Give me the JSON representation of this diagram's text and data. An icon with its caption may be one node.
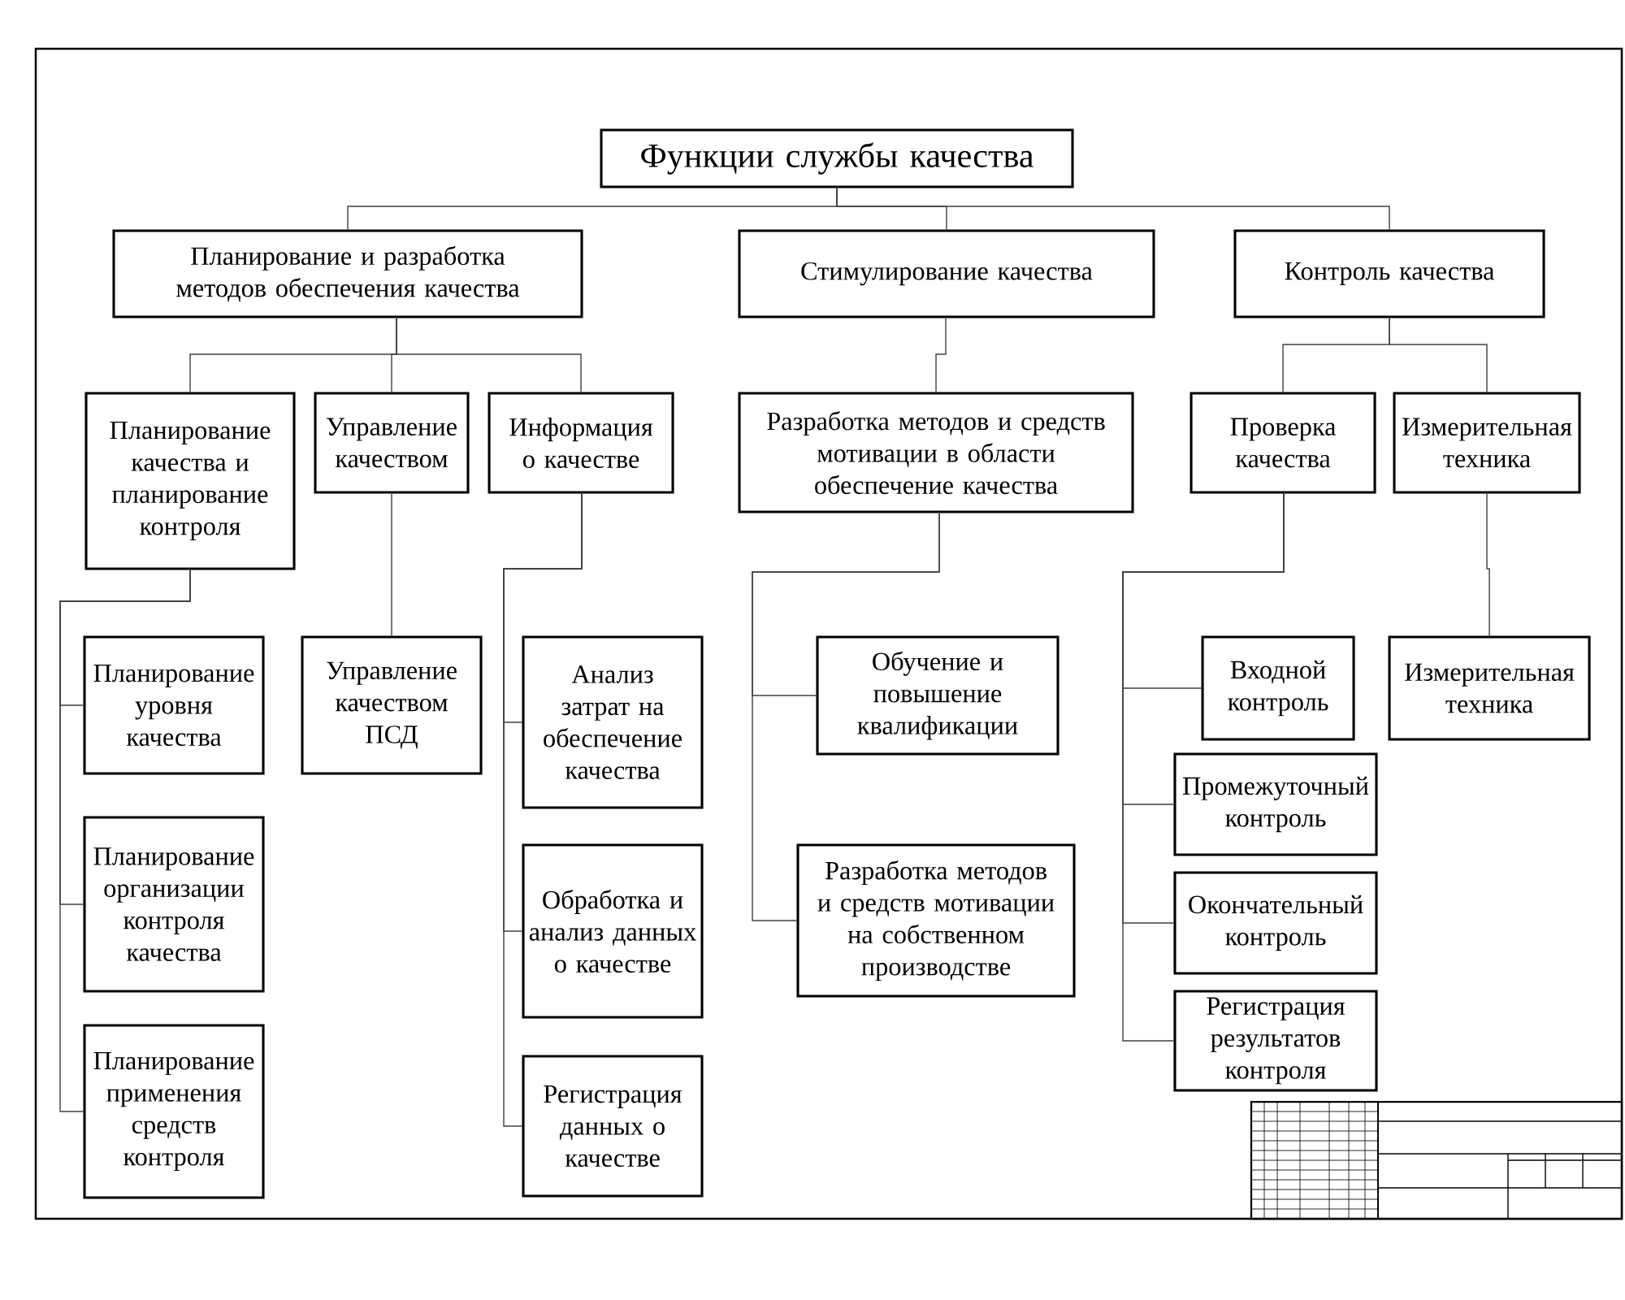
{
  "diagram": {
    "nodes": [
      {
        "text": [
          "Функции службы качества"
        ]
      },
      {
        "text": [
          "Планирование и разработка методов обеспечения качества"
        ]
      },
      {
        "text": [
          "Стимулирование качества"
        ]
      },
      {
        "text": [
          "Контроль качества"
        ]
      },
      {
        "text": [
          "Планирование качества и планирование контроля"
        ]
      },
      {
        "text": [
          "Управление качеством"
        ]
      },
      {
        "text": [
          "Информация о качестве"
        ]
      },
      {
        "text": [
          "Разработка методов и средств мотивации в области обеспечение качества"
        ]
      },
      {
        "text": [
          "Проверка качества"
        ]
      },
      {
        "text": [
          "Измерительная техника"
        ]
      },
      {
        "text": [
          "Планирование уровня качества"
        ]
      },
      {
        "text": [
          "Управление качеством ПСД"
        ]
      },
      {
        "text": [
          "Анализ затрат на обеспечение качества"
        ]
      },
      {
        "text": [
          "Обучение и повышение квалификации"
        ]
      },
      {
        "text": [
          "Входной контроль"
        ]
      },
      {
        "text": [
          "Измерительная техника"
        ]
      },
      {
        "text": [
          "Промежуточный контроль"
        ]
      },
      {
        "text": [
          "Окончательный контроль"
        ]
      },
      {
        "text": [
          "Регистрация результатов контроля"
        ]
      },
      {
        "text": [
          "Планирование организации контроля качества"
        ]
      },
      {
        "text": [
          "Обработка и анализ данных о качестве"
        ]
      },
      {
        "text": [
          "Разработка методов и средств мотивации на собственном производстве"
        ]
      },
      {
        "text": [
          "Планирование применения средств контроля"
        ]
      },
      {
        "text": [
          "Регистрация данных о качестве"
        ]
      }
    ],
    "edges": [
      {
        "from": 0,
        "to": 1,
        "arrow": "none"
      },
      {
        "from": 0,
        "to": 2,
        "arrow": "none"
      },
      {
        "from": 0,
        "to": 3,
        "arrow": "none"
      },
      {
        "from": 1,
        "to": 4,
        "arrow": "none"
      },
      {
        "from": 1,
        "to": 5,
        "arrow": "none"
      },
      {
        "from": 1,
        "to": 6,
        "arrow": "none"
      },
      {
        "from": 2,
        "to": 7,
        "arrow": "none"
      },
      {
        "from": 3,
        "to": 8,
        "arrow": "none"
      },
      {
        "from": 3,
        "to": 9,
        "arrow": "none"
      },
      {
        "from": 4,
        "to": 10,
        "arrow": "none"
      },
      {
        "from": 4,
        "to": 19,
        "arrow": "none"
      },
      {
        "from": 4,
        "to": 22,
        "arrow": "none"
      },
      {
        "from": 5,
        "to": 11,
        "arrow": "none"
      },
      {
        "from": 6,
        "to": 12,
        "arrow": "none"
      },
      {
        "from": 6,
        "to": 20,
        "arrow": "none"
      },
      {
        "from": 6,
        "to": 23,
        "arrow": "none"
      },
      {
        "from": 7,
        "to": 13,
        "arrow": "none"
      },
      {
        "from": 7,
        "to": 21,
        "arrow": "none"
      },
      {
        "from": 8,
        "to": 14,
        "arrow": "none"
      },
      {
        "from": 8,
        "to": 16,
        "arrow": "none"
      },
      {
        "from": 8,
        "to": 17,
        "arrow": "none"
      },
      {
        "from": 8,
        "to": 18,
        "arrow": "none"
      },
      {
        "from": 9,
        "to": 15,
        "arrow": "none"
      }
    ]
  }
}
